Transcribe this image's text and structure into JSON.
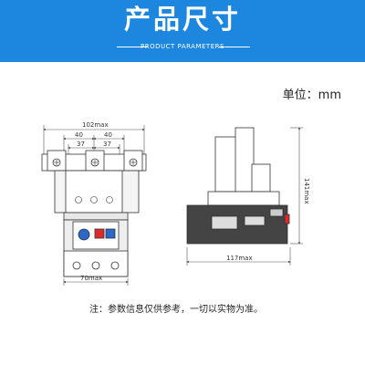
{
  "header": {
    "title": "产品尺寸",
    "subtitle": "PRODUCT PARAMETERS",
    "background_color": "#1d86de"
  },
  "unit_label": "单位：mm",
  "dimensions": {
    "overall_width": "102max",
    "pitch_left": "40",
    "pitch_right": "40",
    "inner_left": "37",
    "inner_right": "37",
    "base_width": "70max",
    "side_length": "117max",
    "side_height": "141max"
  },
  "note": "注：参数信息仅供参考，一切以实物为准。"
}
